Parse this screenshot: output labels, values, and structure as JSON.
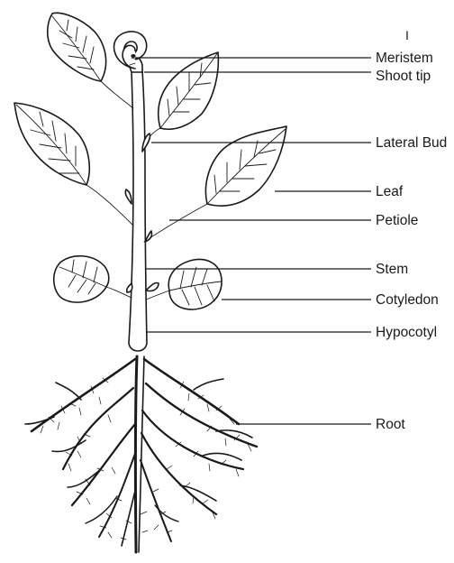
{
  "diagram": {
    "corner_mark": "I",
    "labels": {
      "meristem": "Meristem",
      "shoot_tip": "Shoot tip",
      "lateral_bud": "Lateral Bud",
      "leaf": "Leaf",
      "petiole": "Petiole",
      "stem": "Stem",
      "cotyledon": "Cotyledon",
      "hypocotyl": "Hypocotyl",
      "root": "Root"
    }
  }
}
